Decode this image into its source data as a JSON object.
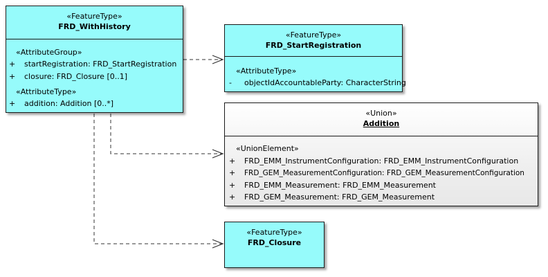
{
  "boxes": {
    "with_history": {
      "stereotype": "«FeatureType»",
      "name": "FRD_WithHistory",
      "groups": [
        {
          "stereotype": "«AttributeGroup»",
          "items": [
            {
              "vis": "+",
              "text": "startRegistration: FRD_StartRegistration"
            },
            {
              "vis": "+",
              "text": "closure: FRD_Closure [0..1]"
            }
          ]
        },
        {
          "stereotype": "«AttributeType»",
          "items": [
            {
              "vis": "+",
              "text": "addition: Addition [0..*]"
            }
          ]
        }
      ]
    },
    "start_registration": {
      "stereotype": "«FeatureType»",
      "name": "FRD_StartRegistration",
      "groups": [
        {
          "stereotype": "«AttributeType»",
          "items": [
            {
              "vis": "-",
              "text": "objectIdAccountableParty: CharacterString"
            }
          ]
        }
      ]
    },
    "addition": {
      "stereotype": "«Union»",
      "name": "Addition",
      "groups": [
        {
          "stereotype": "«UnionElement»",
          "items": [
            {
              "vis": "+",
              "text": "FRD_EMM_InstrumentConfiguration: FRD_EMM_InstrumentConfiguration"
            },
            {
              "vis": "+",
              "text": "FRD_GEM_MeasurementConfiguration: FRD_GEM_MeasurementConfiguration"
            },
            {
              "vis": "+",
              "text": "FRD_EMM_Measurement: FRD_EMM_Measurement"
            },
            {
              "vis": "+",
              "text": "FRD_GEM_Measurement: FRD_GEM_Measurement"
            }
          ]
        }
      ]
    },
    "closure": {
      "stereotype": "«FeatureType»",
      "name": "FRD_Closure"
    }
  },
  "colors": {
    "feature_fill": "#96fbfb",
    "union_fill": "#f0f0f0",
    "border": "#1a1a1a",
    "connector": "#333333"
  }
}
